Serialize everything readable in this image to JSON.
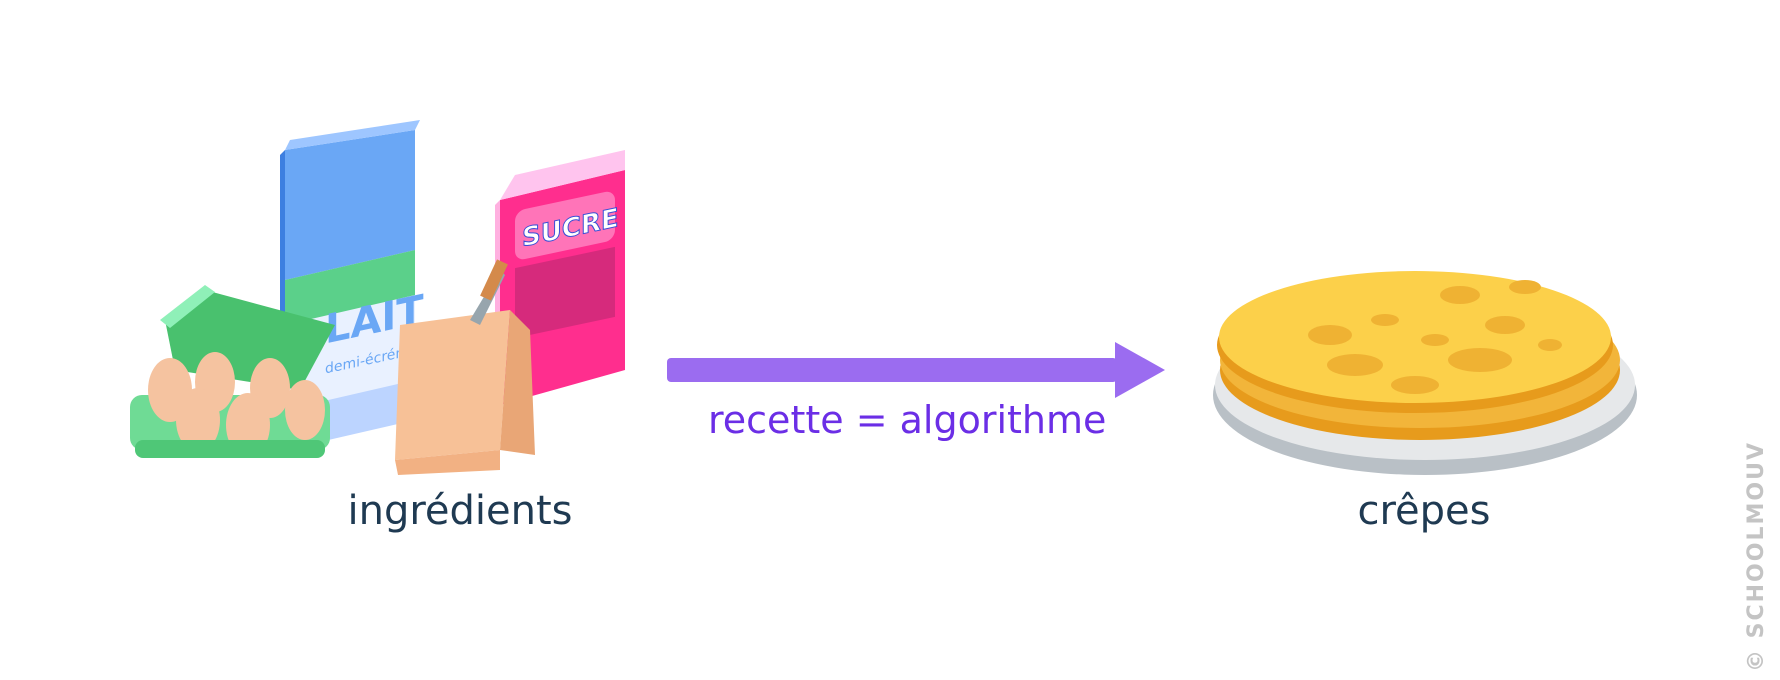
{
  "labels": {
    "ingredients": "ingrédients",
    "result": "crêpes",
    "arrow": "recette = algorithme"
  },
  "ingredients_items": {
    "milk_text": "LAIT",
    "milk_subtext": "demi-écrémé",
    "sugar_text": "SUCRE"
  },
  "watermark": "© SCHOOLMOUV",
  "colors": {
    "arrow": "#9b6cf0",
    "arrow_text": "#6b2ee6",
    "label_text": "#1f3a52",
    "crepe": "#fcd04a",
    "egg_carton": "#4fc777",
    "sugar_box": "#ff2e8e",
    "milk_carton": "#6aa7f5"
  },
  "icons": [
    "milk-carton-icon",
    "sugar-box-icon",
    "flour-bag-icon",
    "egg-carton-icon",
    "crepe-stack-icon",
    "arrow-right-icon"
  ]
}
